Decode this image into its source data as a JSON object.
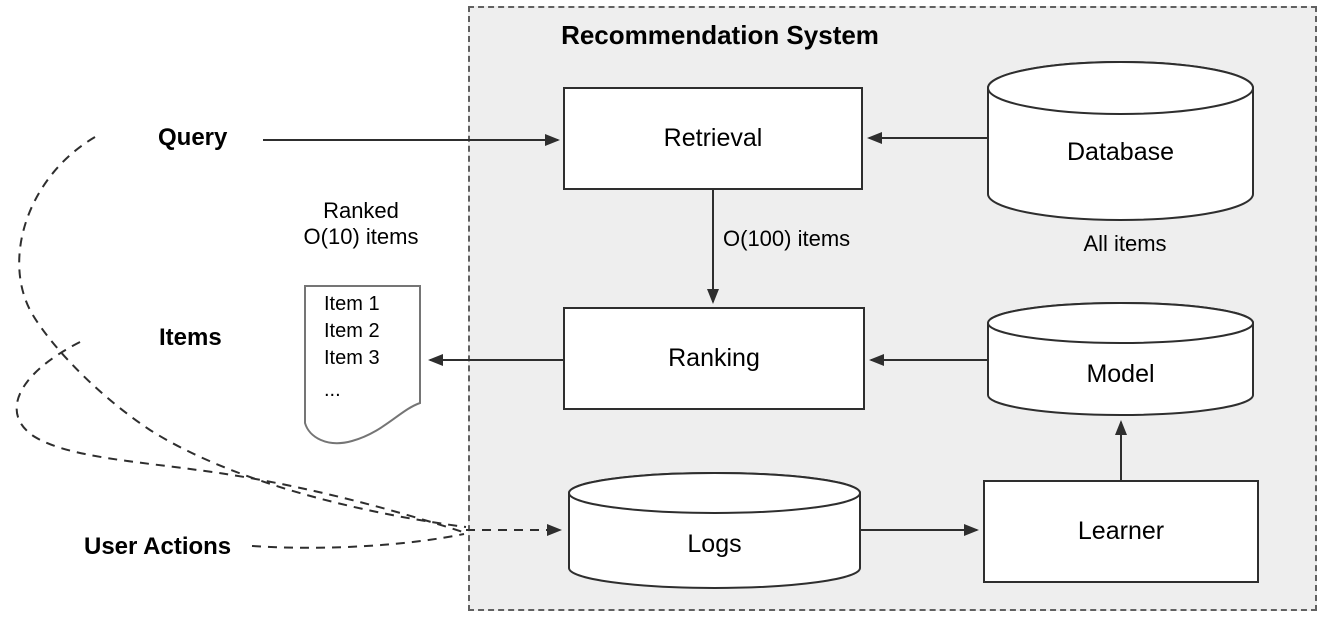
{
  "diagram": {
    "title": "Recommendation System",
    "inputs": {
      "query_label": "Query",
      "items_label": "Items",
      "user_actions_label": "User Actions"
    },
    "nodes": {
      "retrieval": "Retrieval",
      "database": "Database",
      "ranking": "Ranking",
      "model": "Model",
      "logs": "Logs",
      "learner": "Learner"
    },
    "annotations": {
      "retrieval_to_ranking": "O(100) items",
      "database_caption": "All items",
      "ranked_caption_line1": "Ranked",
      "ranked_caption_line2": "O(10) items"
    },
    "document": {
      "line1": "Item 1",
      "line2": "Item 2",
      "line3": "Item 3",
      "line4": "..."
    },
    "edges": [
      {
        "from": "Query",
        "to": "Retrieval",
        "style": "solid"
      },
      {
        "from": "Database",
        "to": "Retrieval",
        "style": "solid"
      },
      {
        "from": "Retrieval",
        "to": "Ranking",
        "style": "solid",
        "label": "O(100) items"
      },
      {
        "from": "Model",
        "to": "Ranking",
        "style": "solid"
      },
      {
        "from": "Ranking",
        "to": "Items document",
        "style": "solid"
      },
      {
        "from": "Logs",
        "to": "Learner",
        "style": "solid"
      },
      {
        "from": "Learner",
        "to": "Model",
        "style": "solid"
      },
      {
        "from": "Query",
        "to": "Logs",
        "style": "dashed"
      },
      {
        "from": "Items",
        "to": "Logs",
        "style": "dashed"
      },
      {
        "from": "User Actions",
        "to": "Logs",
        "style": "dashed"
      }
    ],
    "colors": {
      "container_fill": "#eeeeee",
      "container_border": "#616161",
      "node_border": "#2e2e2e",
      "node_fill": "#ffffff",
      "arrow": "#2e2e2e",
      "document_border": "#757575",
      "text": "#000000"
    }
  }
}
